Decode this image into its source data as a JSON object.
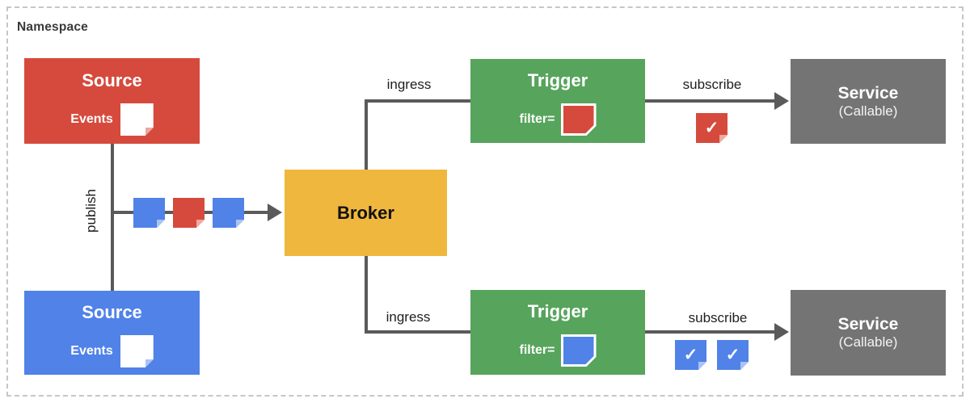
{
  "namespace": {
    "label": "Namespace"
  },
  "colors": {
    "red": "#D64A3D",
    "blue": "#5082E8",
    "green": "#57A45C",
    "yellow": "#F0B73E",
    "gray": "#747474",
    "line": "#5A5A5A"
  },
  "nodes": {
    "source_top": {
      "title": "Source",
      "events_label": "Events"
    },
    "source_bottom": {
      "title": "Source",
      "events_label": "Events"
    },
    "broker": {
      "title": "Broker"
    },
    "trigger_top": {
      "title": "Trigger",
      "filter_label": "filter="
    },
    "trigger_bottom": {
      "title": "Trigger",
      "filter_label": "filter="
    },
    "service_top": {
      "title": "Service",
      "subtitle": "(Callable)"
    },
    "service_bottom": {
      "title": "Service",
      "subtitle": "(Callable)"
    }
  },
  "edges": {
    "publish": {
      "label": "publish"
    },
    "ingress_top": {
      "label": "ingress"
    },
    "ingress_bottom": {
      "label": "ingress"
    },
    "subscribe_top": {
      "label": "subscribe"
    },
    "subscribe_bottom": {
      "label": "subscribe"
    }
  },
  "icons": {
    "check_glyph": "✓"
  }
}
